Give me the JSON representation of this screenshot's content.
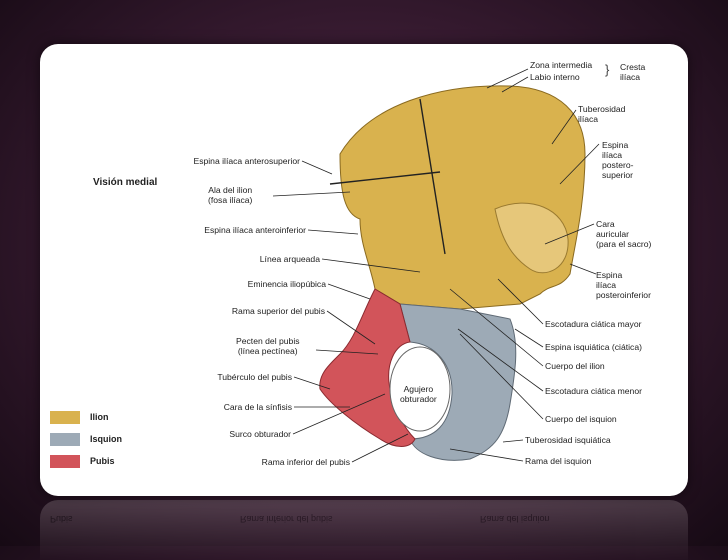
{
  "view_title": "Visión medial",
  "legend": [
    {
      "label": "Ilion",
      "color": "#d9b24e"
    },
    {
      "label": "Isquion",
      "color": "#9daab6"
    },
    {
      "label": "Pubis",
      "color": "#d2545a"
    }
  ],
  "labels": {
    "zona_intermedia": "Zona intermedia",
    "labio_interno": "Labio interno",
    "cresta_iliaca": "Cresta\nilíaca",
    "tuberosidad_iliaca": "Tuberosidad\nilíaca",
    "espina_iliaca_postero_superior": "Espina\nilíaca\npostero-\nsuperior",
    "cara_auricular": "Cara\nauricular\n(para el sacro)",
    "espina_iliaca_posteroinferior": "Espina\nilíaca\nposteroinferior",
    "escotadura_ciatica_mayor": "Escotadura ciática mayor",
    "espina_isquiatica": "Espina isquiática (ciática)",
    "cuerpo_del_ilion": "Cuerpo del ilion",
    "escotadura_ciatica_menor": "Escotadura ciática menor",
    "cuerpo_del_isquion": "Cuerpo del isquion",
    "tuberosidad_isquiatica": "Tuberosidad isquiática",
    "rama_del_isquion": "Rama del isquion",
    "espina_iliaca_anterosuperior": "Espina ilíaca anterosuperior",
    "ala_del_ilion": "Ala del ilion\n(fosa ilíaca)",
    "espina_iliaca_anteroinferior": "Espina ilíaca anteroinferior",
    "linea_arqueada": "Línea arqueada",
    "eminencia_iliopubica": "Eminencia iliopúbica",
    "rama_superior_del_pubis": "Rama superior del pubis",
    "pecten_del_pubis": "Pecten del pubis\n(línea pectínea)",
    "tuberculo_del_pubis": "Tubérculo del pubis",
    "cara_de_la_sinfisis": "Cara de la sínfisis",
    "surco_obturador": "Surco obturador",
    "rama_inferior_del_pubis": "Rama inferior del pubis",
    "agujero_obturador": "Agujero\nobturador"
  },
  "reflection": {
    "left": "Pubis",
    "center": "Rama inferior del pubis",
    "right": "Rama del isquion"
  }
}
